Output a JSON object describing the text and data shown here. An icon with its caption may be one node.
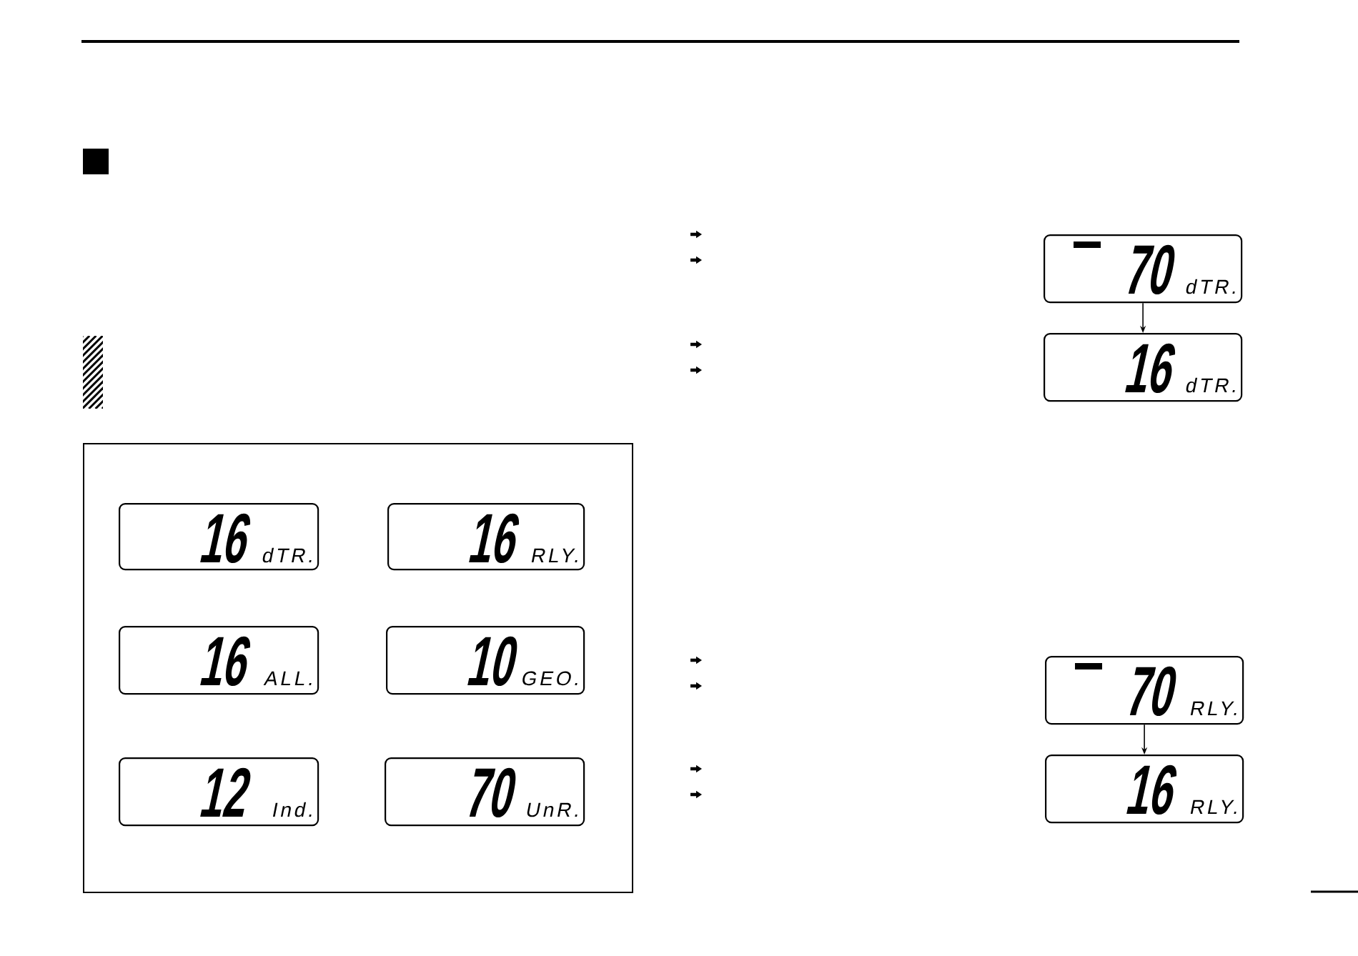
{
  "diagram": {
    "nodes": [
      {
        "text": [],
        "shape": "box"
      },
      {
        "text": [
          "16",
          "dTR."
        ],
        "in": 0
      },
      {
        "text": [
          "16",
          "RLY."
        ],
        "in": 0
      },
      {
        "text": [
          "16",
          "ALL."
        ],
        "in": 0
      },
      {
        "text": [
          "10",
          "GEO."
        ],
        "in": 0
      },
      {
        "text": [
          "12",
          "Ind."
        ],
        "in": 0
      },
      {
        "text": [
          "70",
          "UnR."
        ],
        "in": 0
      },
      {
        "text": [
          "70",
          "dTR."
        ]
      },
      {
        "text": [
          "16",
          "dTR."
        ]
      },
      {
        "text": [
          "70",
          "RLY."
        ]
      },
      {
        "text": [
          "16",
          "RLY."
        ]
      }
    ],
    "edges": [
      {
        "from": 7,
        "to": 8,
        "arrow": "to"
      },
      {
        "from": 9,
        "to": 10,
        "arrow": "to"
      }
    ]
  }
}
